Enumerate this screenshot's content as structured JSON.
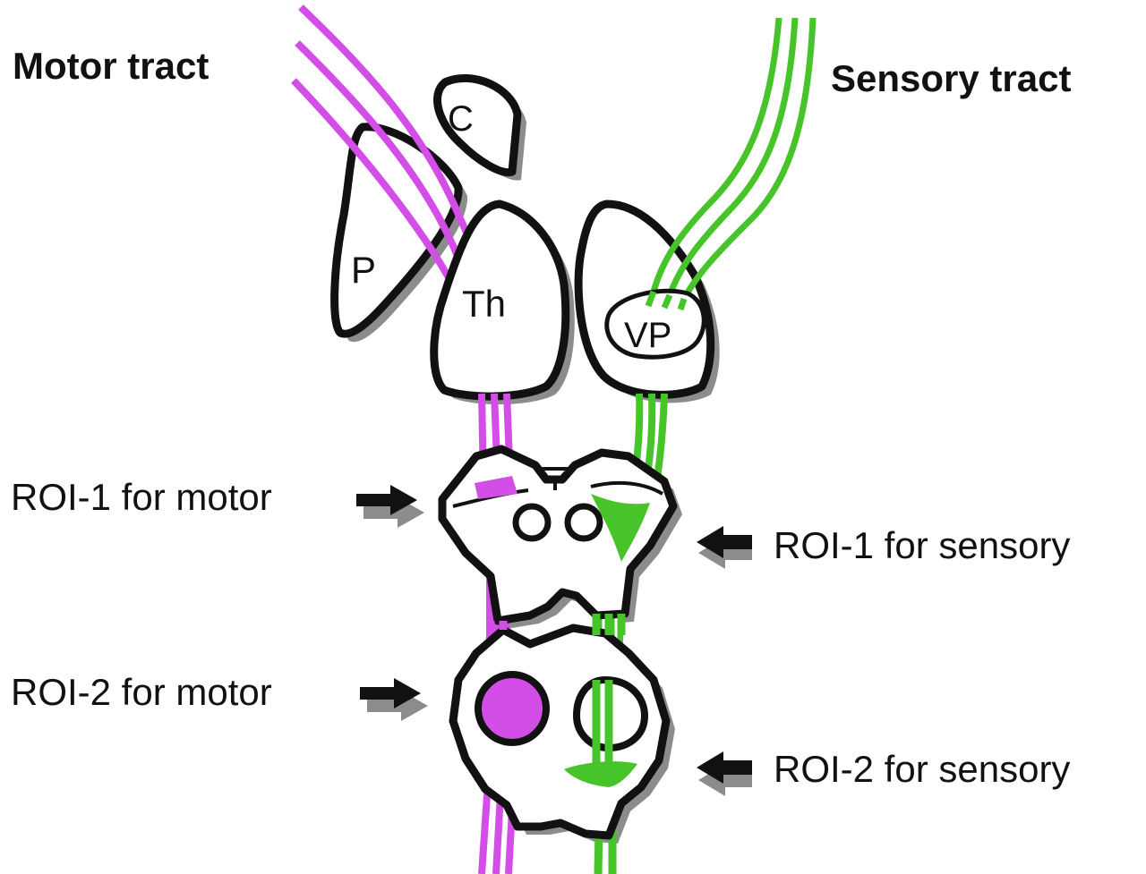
{
  "titles": {
    "motor": "Motor tract",
    "sensory": "Sensory tract"
  },
  "structures": {
    "caudate": "C",
    "putamen": "P",
    "thalamus": "Th",
    "ventral_posterior": "VP"
  },
  "roi_labels": {
    "roi1_motor": "ROI-1 for motor",
    "roi1_sensory": "ROI-1 for sensory",
    "roi2_motor": "ROI-2 for motor",
    "roi2_sensory": "ROI-2 for sensory"
  },
  "colors": {
    "motor": "#d24ee6",
    "sensory": "#46c42a",
    "outline": "#111111",
    "shadow": "#8c8c8c"
  }
}
